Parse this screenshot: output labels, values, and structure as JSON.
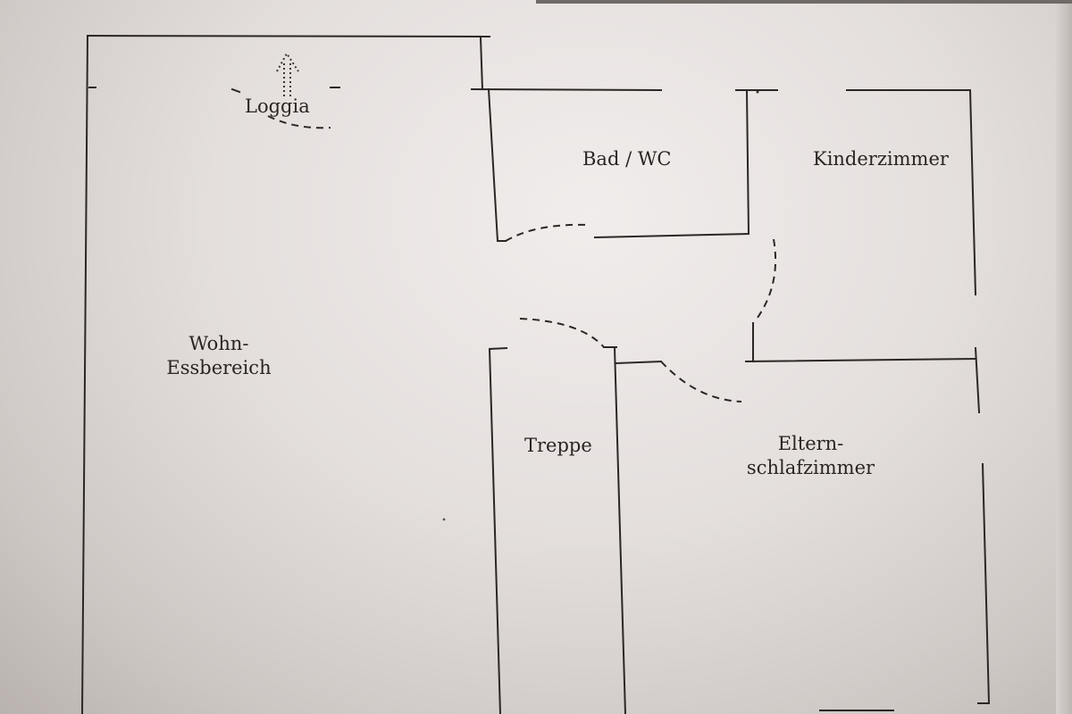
{
  "rooms": {
    "loggia": "Loggia",
    "bad_wc": "Bad / WC",
    "kinderzimmer": "Kinderzimmer",
    "wohn_line1": "Wohn-",
    "wohn_line2": "Essbereich",
    "treppe": "Treppe",
    "eltern_line1": "Eltern-",
    "eltern_line2": "schlafzimmer"
  }
}
